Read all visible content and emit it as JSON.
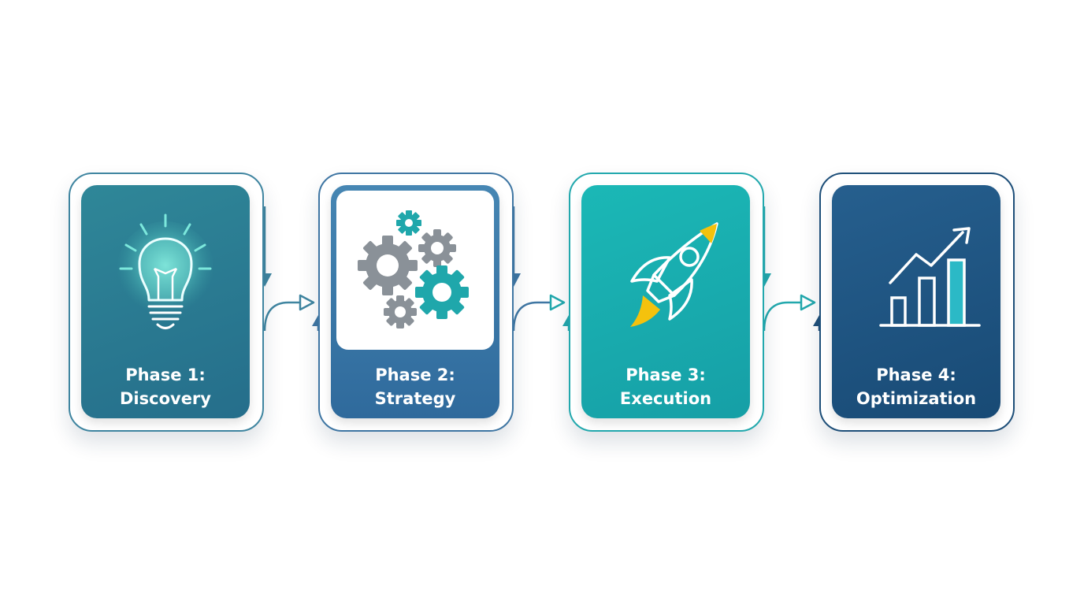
{
  "phases": [
    {
      "title": "Phase 1:",
      "subtitle": "Discovery",
      "icon": "lightbulb-icon",
      "color": "#2a7b91"
    },
    {
      "title": "Phase 2:",
      "subtitle": "Strategy",
      "icon": "gears-icon",
      "color": "#3a7aab"
    },
    {
      "title": "Phase 3:",
      "subtitle": "Execution",
      "icon": "rocket-icon",
      "color": "#19aeb0"
    },
    {
      "title": "Phase 4:",
      "subtitle": "Optimization",
      "icon": "growth-chart-icon",
      "color": "#1f5783"
    }
  ],
  "colors": {
    "teal": "#1fa7ab",
    "gear_gray": "#8a9198",
    "rocket_flame": "#f4c20d",
    "bulb_glow": "#7ce8dc"
  }
}
